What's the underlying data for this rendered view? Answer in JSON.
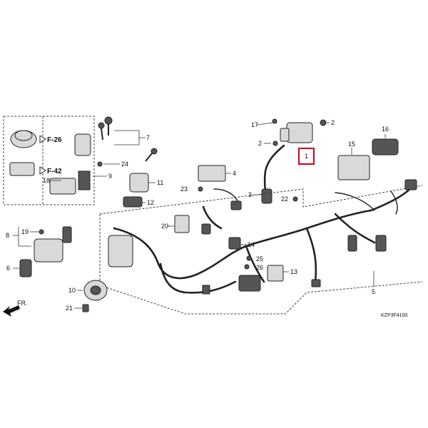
{
  "callouts": {
    "c1": "1",
    "c2a": "2",
    "c2b": "2",
    "c3": "3",
    "c4": "4",
    "c5": "5",
    "c6": "6",
    "c7": "7",
    "c8": "8",
    "c9": "9",
    "c10": "10",
    "c11": "11",
    "c12": "12",
    "c13": "13",
    "c14": "14",
    "c15": "15",
    "c16": "16",
    "c17": "17",
    "c18": "18",
    "c19": "19",
    "c20": "20",
    "c21": "21",
    "c22": "22",
    "c23": "23",
    "c24": "24",
    "c25": "25",
    "c26": "26"
  },
  "refs": {
    "f26": "F-26",
    "f42": "F-42"
  },
  "front_marker": "FR.",
  "diagram_code": "KZP3F4100",
  "colors": {
    "highlight": "#d0021b",
    "line": "#222222"
  }
}
